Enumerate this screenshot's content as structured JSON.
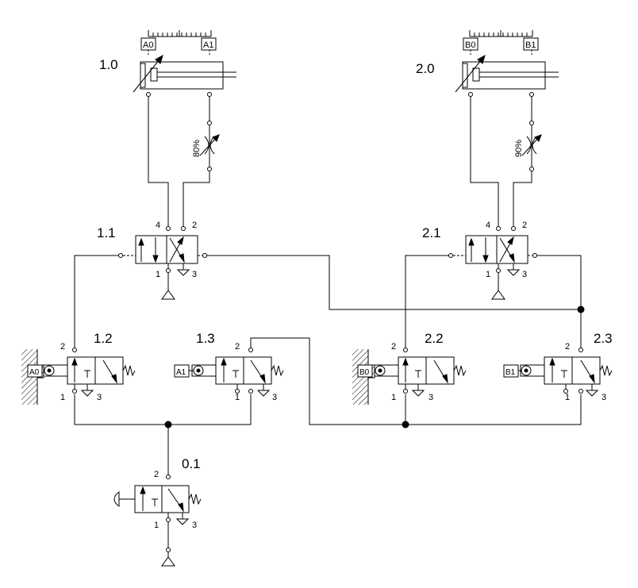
{
  "labels": {
    "cyl_a": "1.0",
    "cyl_b": "2.0",
    "valve_11": "1.1",
    "valve_21": "2.1",
    "valve_12": "1.2",
    "valve_13": "1.3",
    "valve_22": "2.2",
    "valve_23": "2.3",
    "valve_01": "0.1"
  },
  "sensors": {
    "a0": "A0",
    "a1": "A1",
    "b0": "B0",
    "b1": "B1"
  },
  "flow": {
    "a_pct": "80%",
    "b_pct": "90%"
  },
  "ports": {
    "p1": "1",
    "p2": "2",
    "p3": "3",
    "p4": "4"
  }
}
